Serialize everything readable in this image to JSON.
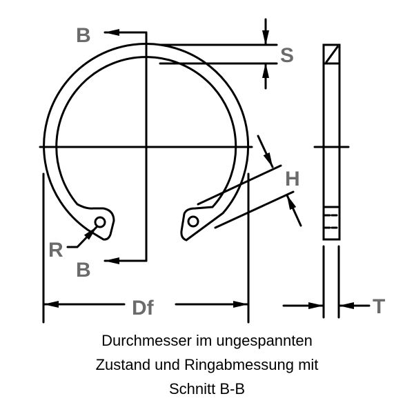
{
  "labels": {
    "section_top": "B",
    "section_bottom": "B",
    "thickness_s": "S",
    "lug_height": "H",
    "hole_radius": "R",
    "free_diameter": "Df",
    "width_t": "T"
  },
  "caption": {
    "line1": "Durchmesser im ungespannten",
    "line2": "Zustand und Ringabmessung mit",
    "line3": "Schnitt B-B"
  },
  "colors": {
    "lines": "#000000",
    "labels": "#6b6b6b"
  }
}
